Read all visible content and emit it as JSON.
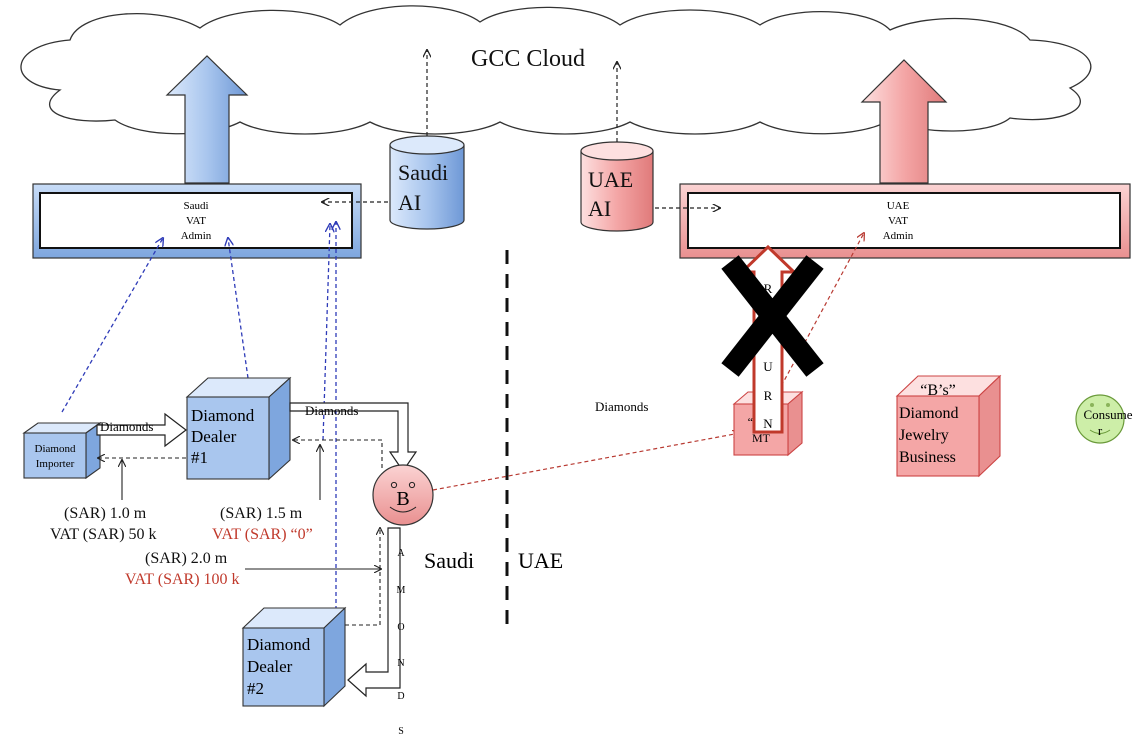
{
  "cloud": {
    "label": "GCC Cloud"
  },
  "saudi_ai": {
    "line1": "Saudi",
    "line2": "AI"
  },
  "uae_ai": {
    "line1": "UAE",
    "line2": "AI"
  },
  "saudi_admin": {
    "line1": "Saudi",
    "line2": "VAT",
    "line3": "Admin"
  },
  "uae_admin": {
    "line1": "UAE",
    "line2": "VAT",
    "line3": "Admin"
  },
  "importer": {
    "line1": "Diamond",
    "line2": "Importer"
  },
  "dealer1": {
    "line1": "Diamond",
    "line2": "Dealer",
    "line3": "#1"
  },
  "dealer2": {
    "line1": "Diamond",
    "line2": "Dealer",
    "line3": "#2"
  },
  "b_node": {
    "label": "B"
  },
  "bs_mt": {
    "line1": "“B’s”",
    "line2": "MT"
  },
  "bs_business": {
    "line1": "“B’s”",
    "line2": "Diamond",
    "line3": "Jewelry",
    "line4": "Business"
  },
  "consumer": {
    "line1": "Consume",
    "line2": "r"
  },
  "flows": {
    "importer_to_dealer1": "Diamonds",
    "dealer1_to_b": "Diamonds",
    "uae_diamonds": "Diamonds"
  },
  "amounts": {
    "importer_price": "(SAR) 1.0 m",
    "importer_vat": "VAT (SAR) 50 k",
    "dealer1_price": "(SAR) 1.5 m",
    "dealer1_vat": "VAT (SAR) “0”",
    "dealer2_price": "(SAR) 2.0 m",
    "dealer2_vat": "VAT (SAR) 100 k"
  },
  "vertical_words": {
    "diamonds": [
      "A",
      "M",
      "O",
      "N",
      "D",
      "S"
    ],
    "return": [
      "R",
      "T",
      "U",
      "R",
      "N"
    ]
  },
  "border": {
    "saudi": "Saudi",
    "uae": "UAE"
  },
  "colors": {
    "saudi_blue": "#a9c6ee",
    "uae_red": "#f4a6a6",
    "vat_red": "#c0392b",
    "blue_dashed": "#2e3bb8",
    "red_dashed": "#b83a32",
    "consumer_green": "#cdeea8"
  }
}
